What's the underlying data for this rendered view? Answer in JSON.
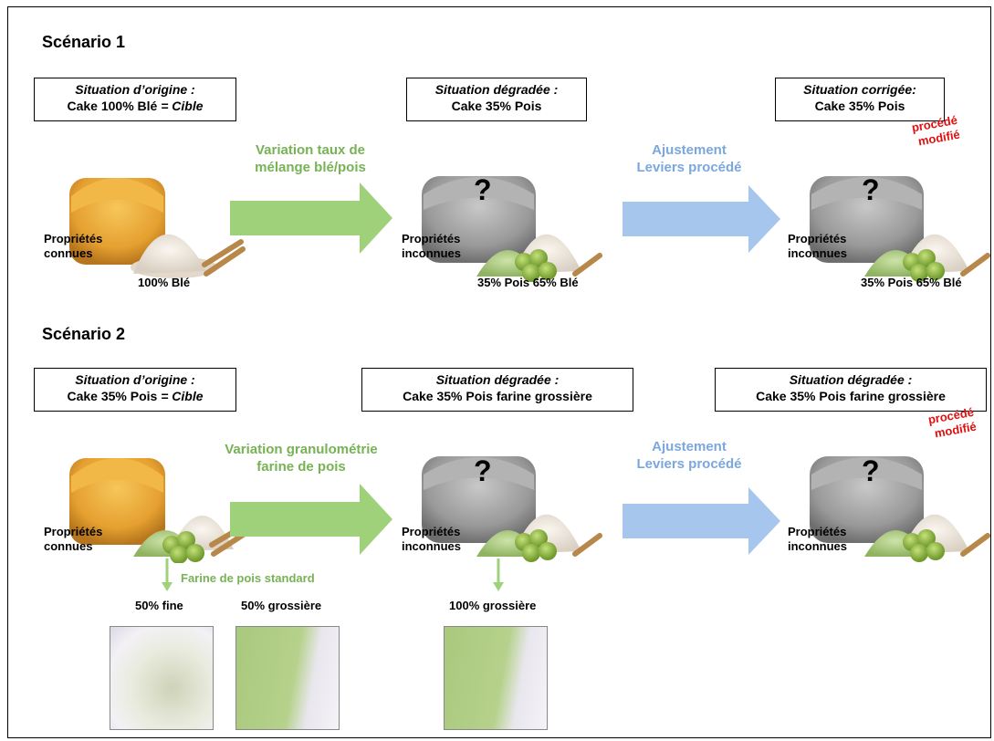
{
  "scenario1": {
    "title": "Scénario 1",
    "box_origin": {
      "line1": "Situation d’origine :",
      "line2_pre": "Cake 100% Blé ",
      "line2_em": "= Cible"
    },
    "box_degraded": {
      "line1": "Situation dégradée :",
      "line2": "Cake 35% Pois"
    },
    "box_corrected": {
      "line1": "Situation corrigée:",
      "line2": "Cake 35% Pois"
    },
    "arrow1_label": [
      "Variation taux de",
      "mélange blé/pois"
    ],
    "arrow2_label": [
      "Ajustement",
      "Leviers procédé"
    ],
    "props_known": [
      "Propriétés",
      "connues"
    ],
    "props_unknown": [
      "Propriétés",
      "inconnues"
    ],
    "pct_origin": "100% Blé",
    "pct_degraded": "35% Pois 65% Blé",
    "pct_corrected": "35% Pois 65% Blé",
    "question": "?",
    "process_modified": [
      "procédé",
      "modifié"
    ]
  },
  "scenario2": {
    "title": "Scénario 2",
    "box_origin": {
      "line1": "Situation d’origine :",
      "line2_pre": "Cake 35% Pois ",
      "line2_em": "= Cible"
    },
    "box_degraded": {
      "line1": "Situation dégradée :",
      "line2": "Cake 35% Pois farine grossière"
    },
    "box_right": {
      "line1": "Situation dégradée :",
      "line2": "Cake 35% Pois farine grossière"
    },
    "arrow1_label": [
      "Variation granulométrie",
      "farine de pois"
    ],
    "arrow2_label": [
      "Ajustement",
      "Leviers procédé"
    ],
    "props_known": [
      "Propriétés",
      "connues"
    ],
    "props_unknown": [
      "Propriétés",
      "inconnues"
    ],
    "standard_flour": "Farine de pois standard",
    "fine": "50% fine",
    "coarse": "50% grossière",
    "coarse_100": "100% grossière",
    "question": "?",
    "process_modified": [
      "procédé",
      "modifié"
    ]
  },
  "colors": {
    "green": "#77b255",
    "blue": "#7ba7dc",
    "red": "#e01010",
    "cake": "#e7a233",
    "pea": "#9fc46a"
  },
  "icons": [
    "cake-image",
    "wheat-flour-image",
    "pea-image",
    "arrow-green",
    "arrow-blue",
    "flour-photo"
  ]
}
